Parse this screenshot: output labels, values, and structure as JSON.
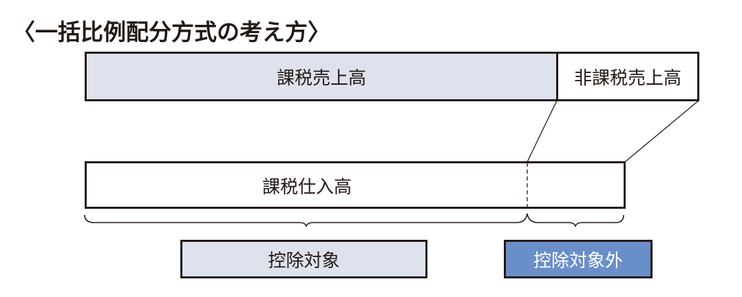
{
  "title": "〈一括比例配分方式の考え方〉",
  "sales_bar": {
    "taxable_sales": "課税売上高",
    "non_taxable_sales": "非課税売上高"
  },
  "purchase_bar": {
    "taxable_purchases": "課税仕入高"
  },
  "result_boxes": {
    "deductible": "控除対象",
    "non_deductible": "控除対象外"
  },
  "colors": {
    "light_fill": "#dde2ed",
    "accent_fill": "#6a8ec8",
    "line": "#231815"
  }
}
